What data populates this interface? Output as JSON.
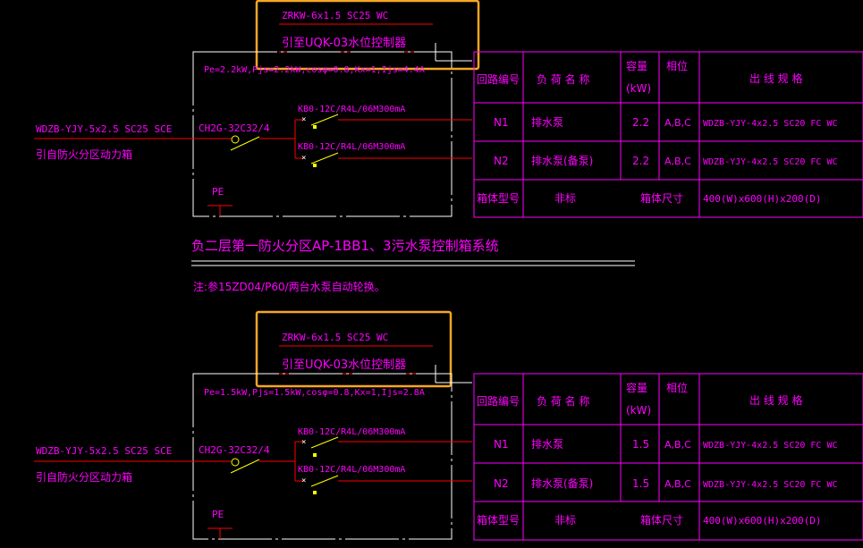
{
  "colors": {
    "background": "#000000",
    "magenta": "#ff00ff",
    "red": "#ff0000",
    "white": "#ffffff",
    "yellow": "#ffff00",
    "highlight": "#f5a623"
  },
  "panels": [
    {
      "id": "top",
      "control_cable": "ZRKW-6x1.5 SC25 WC",
      "control_target": "引至UQK-03水位控制器",
      "load_summary": "Pe=2.2kW,Pjs=2.2kW,cosφ=0.8,Kx=1,Ijs=4.4A",
      "incoming_cable": "WDZB-YJY-5x2.5 SC25 SCE",
      "incoming_from": "引自防火分区动力箱",
      "main_switch": "CH2G-32C32/4",
      "breaker_1": "KB0-12C/R4L/06M300mA",
      "breaker_2": "KB0-12C/R4L/06M300mA",
      "pe_label": "PE",
      "table": {
        "headers": {
          "circuit": "回路编号",
          "load_name": "负 荷 名 称",
          "capacity": "容量\n(kW)",
          "phase": "相位",
          "cable_spec": "出 线 规 格"
        },
        "rows": [
          {
            "circuit": "N1",
            "load_name": "排水泵",
            "capacity": "2.2",
            "phase": "A,B,C",
            "cable_spec": "WDZB-YJY-4x2.5 SC20 FC WC"
          },
          {
            "circuit": "N2",
            "load_name": "排水泵(备泵)",
            "capacity": "2.2",
            "phase": "A,B,C",
            "cable_spec": "WDZB-YJY-4x2.5 SC20 FC WC"
          }
        ],
        "footer": {
          "box_type_label": "箱体型号",
          "box_type_value": "非标",
          "box_size_label": "箱体尺寸",
          "box_size_value": "400(W)x600(H)x200(D)"
        }
      },
      "title": "负二层第一防火分区AP-1BB1、3污水泵控制箱系统",
      "note": "注:参15ZD04/P60/两台水泵自动轮换。"
    },
    {
      "id": "bottom",
      "control_cable": "ZRKW-6x1.5 SC25 WC",
      "control_target": "引至UQK-03水位控制器",
      "load_summary": "Pe=1.5kW,Pjs=1.5kW,cosφ=0.8,Kx=1,Ijs=2.8A",
      "incoming_cable": "WDZB-YJY-5x2.5 SC25 SCE",
      "incoming_from": "引自防火分区动力箱",
      "main_switch": "CH2G-32C32/4",
      "breaker_1": "KB0-12C/R4L/06M300mA",
      "breaker_2": "KB0-12C/R4L/06M300mA",
      "pe_label": "PE",
      "table": {
        "headers": {
          "circuit": "回路编号",
          "load_name": "负 荷 名 称",
          "capacity": "容量\n(kW)",
          "phase": "相位",
          "cable_spec": "出 线 规 格"
        },
        "rows": [
          {
            "circuit": "N1",
            "load_name": "排水泵",
            "capacity": "1.5",
            "phase": "A,B,C",
            "cable_spec": "WDZB-YJY-4x2.5 SC20 FC WC"
          },
          {
            "circuit": "N2",
            "load_name": "排水泵(备泵)",
            "capacity": "1.5",
            "phase": "A,B,C",
            "cable_spec": "WDZB-YJY-4x2.5 SC20 FC WC"
          }
        ],
        "footer": {
          "box_type_label": "箱体型号",
          "box_type_value": "非标",
          "box_size_label": "箱体尺寸",
          "box_size_value": "400(W)x600(H)x200(D)"
        }
      }
    }
  ]
}
